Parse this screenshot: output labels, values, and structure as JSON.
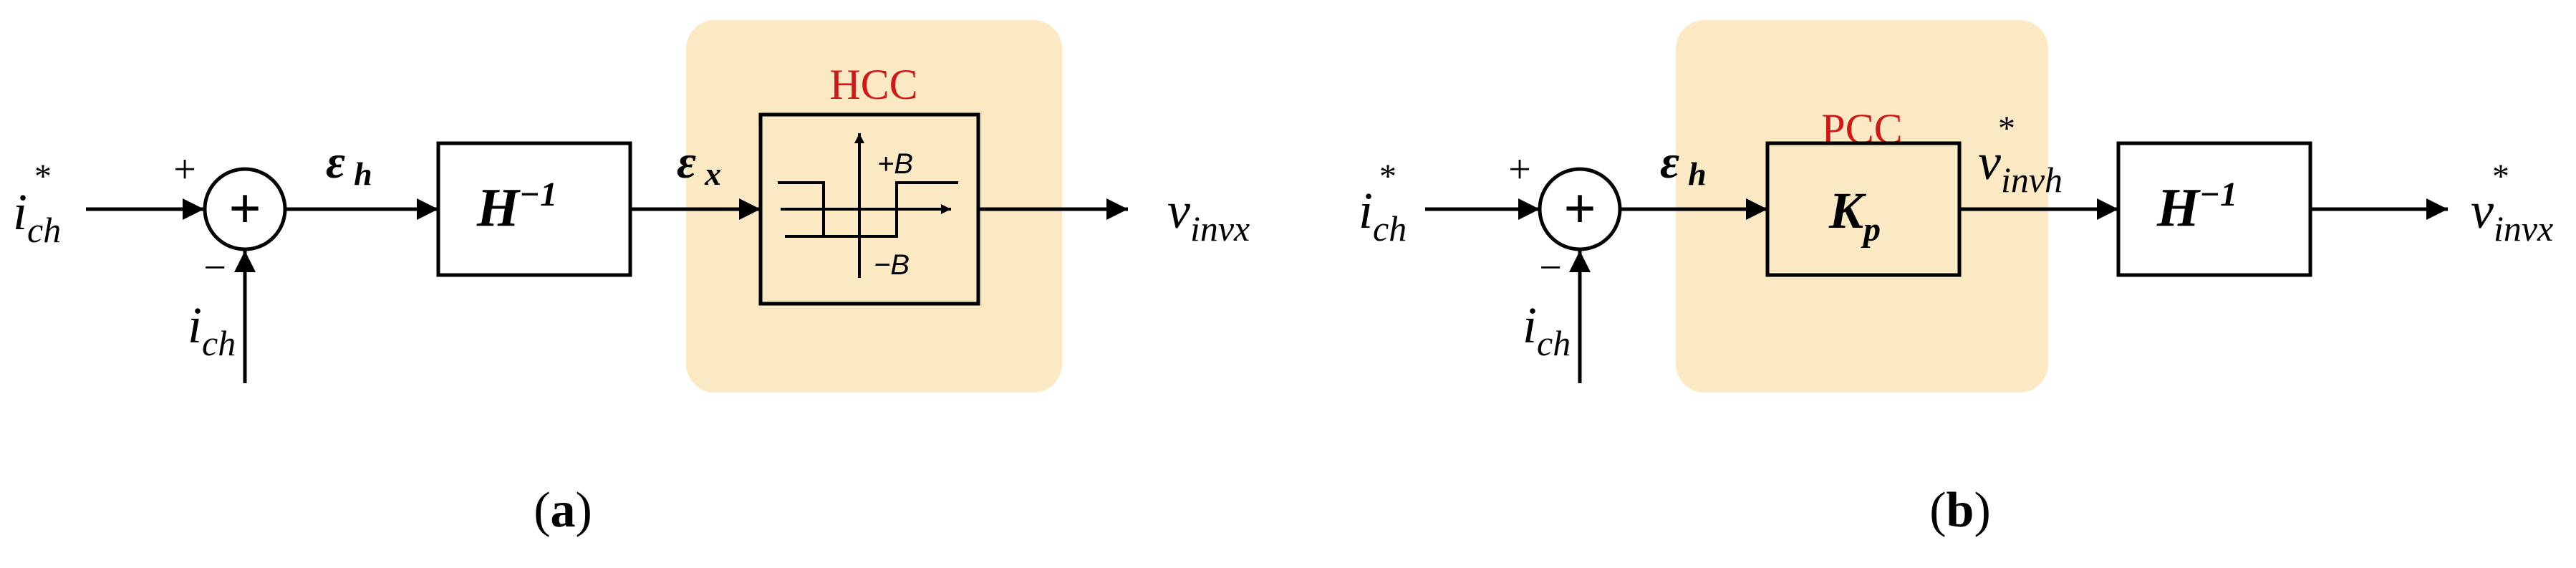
{
  "colors": {
    "highlight": "#fbe9c4",
    "label_red": "#d01818",
    "stroke": "#000000"
  },
  "diagram_a": {
    "highlight_label": "HCC",
    "input": {
      "base": "i",
      "sub": "ch",
      "sup": "*"
    },
    "feedback": {
      "base": "i",
      "sub": "ch"
    },
    "plus_sign": "+",
    "minus_sign": "−",
    "sum_symbol": "+",
    "error_h": {
      "base": "ε",
      "sub": "h"
    },
    "block1": {
      "base": "H",
      "sup": "−1"
    },
    "error_x": {
      "base": "ε",
      "sub": "x"
    },
    "hyst_plus": "+B",
    "hyst_minus": "−B",
    "output": {
      "base": "v",
      "sub": "invx"
    },
    "caption": {
      "open": "(",
      "letter": "a",
      "close": ")"
    }
  },
  "diagram_b": {
    "highlight_label": "PCC",
    "input": {
      "base": "i",
      "sub": "ch",
      "sup": "*"
    },
    "feedback": {
      "base": "i",
      "sub": "ch"
    },
    "plus_sign": "+",
    "minus_sign": "−",
    "sum_symbol": "+",
    "error_h": {
      "base": "ε",
      "sub": "h"
    },
    "block1": {
      "base": "K",
      "sub": "p"
    },
    "mid_signal": {
      "base": "v",
      "sub": "invh",
      "sup": "*"
    },
    "block2": {
      "base": "H",
      "sup": "−1"
    },
    "output": {
      "base": "v",
      "sub": "invx",
      "sup": "*"
    },
    "caption": {
      "open": "(",
      "letter": "b",
      "close": ")"
    }
  }
}
